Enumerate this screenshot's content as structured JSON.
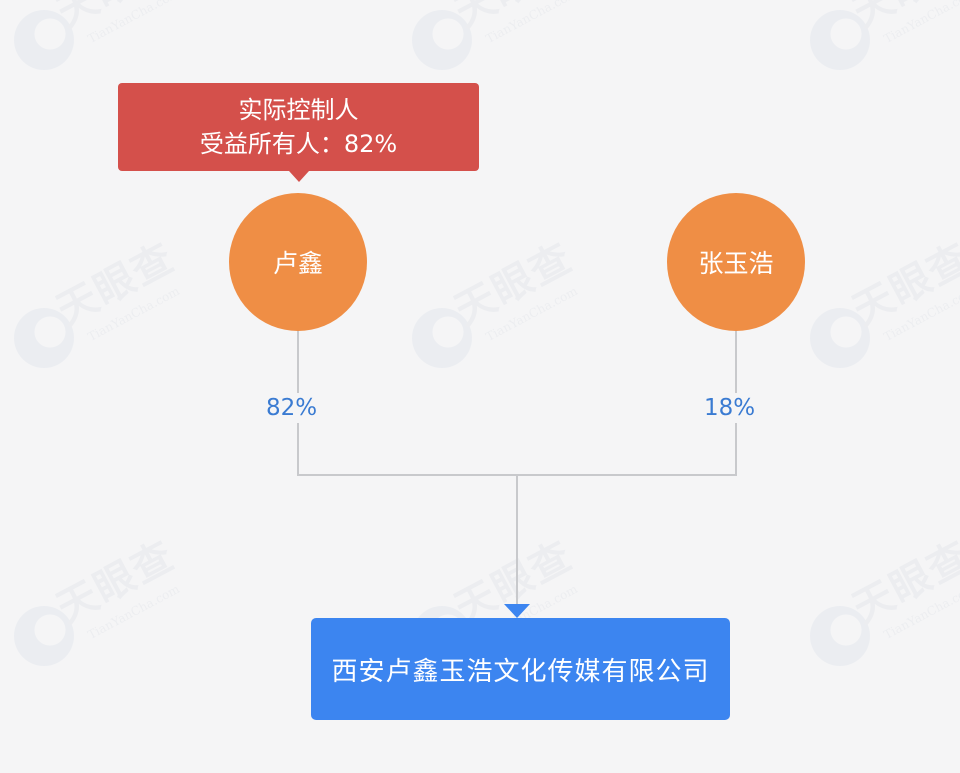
{
  "watermark": {
    "brand": "天眼查",
    "sub": "TianYanCha.com"
  },
  "controller_tag": {
    "line1": "实际控制人",
    "line2": "受益所有人：82%"
  },
  "shareholders": [
    {
      "name": "卢鑫",
      "share": "82%"
    },
    {
      "name": "张玉浩",
      "share": "18%"
    }
  ],
  "company": {
    "name": "西安卢鑫玉浩文化传媒有限公司"
  },
  "colors": {
    "background": "#f5f5f6",
    "controller_tag": "#d4504b",
    "shareholder_node": "#ef8e45",
    "company_node": "#3c85f0",
    "percent_text": "#3a7bd2",
    "connector": "#c8c9cc"
  }
}
